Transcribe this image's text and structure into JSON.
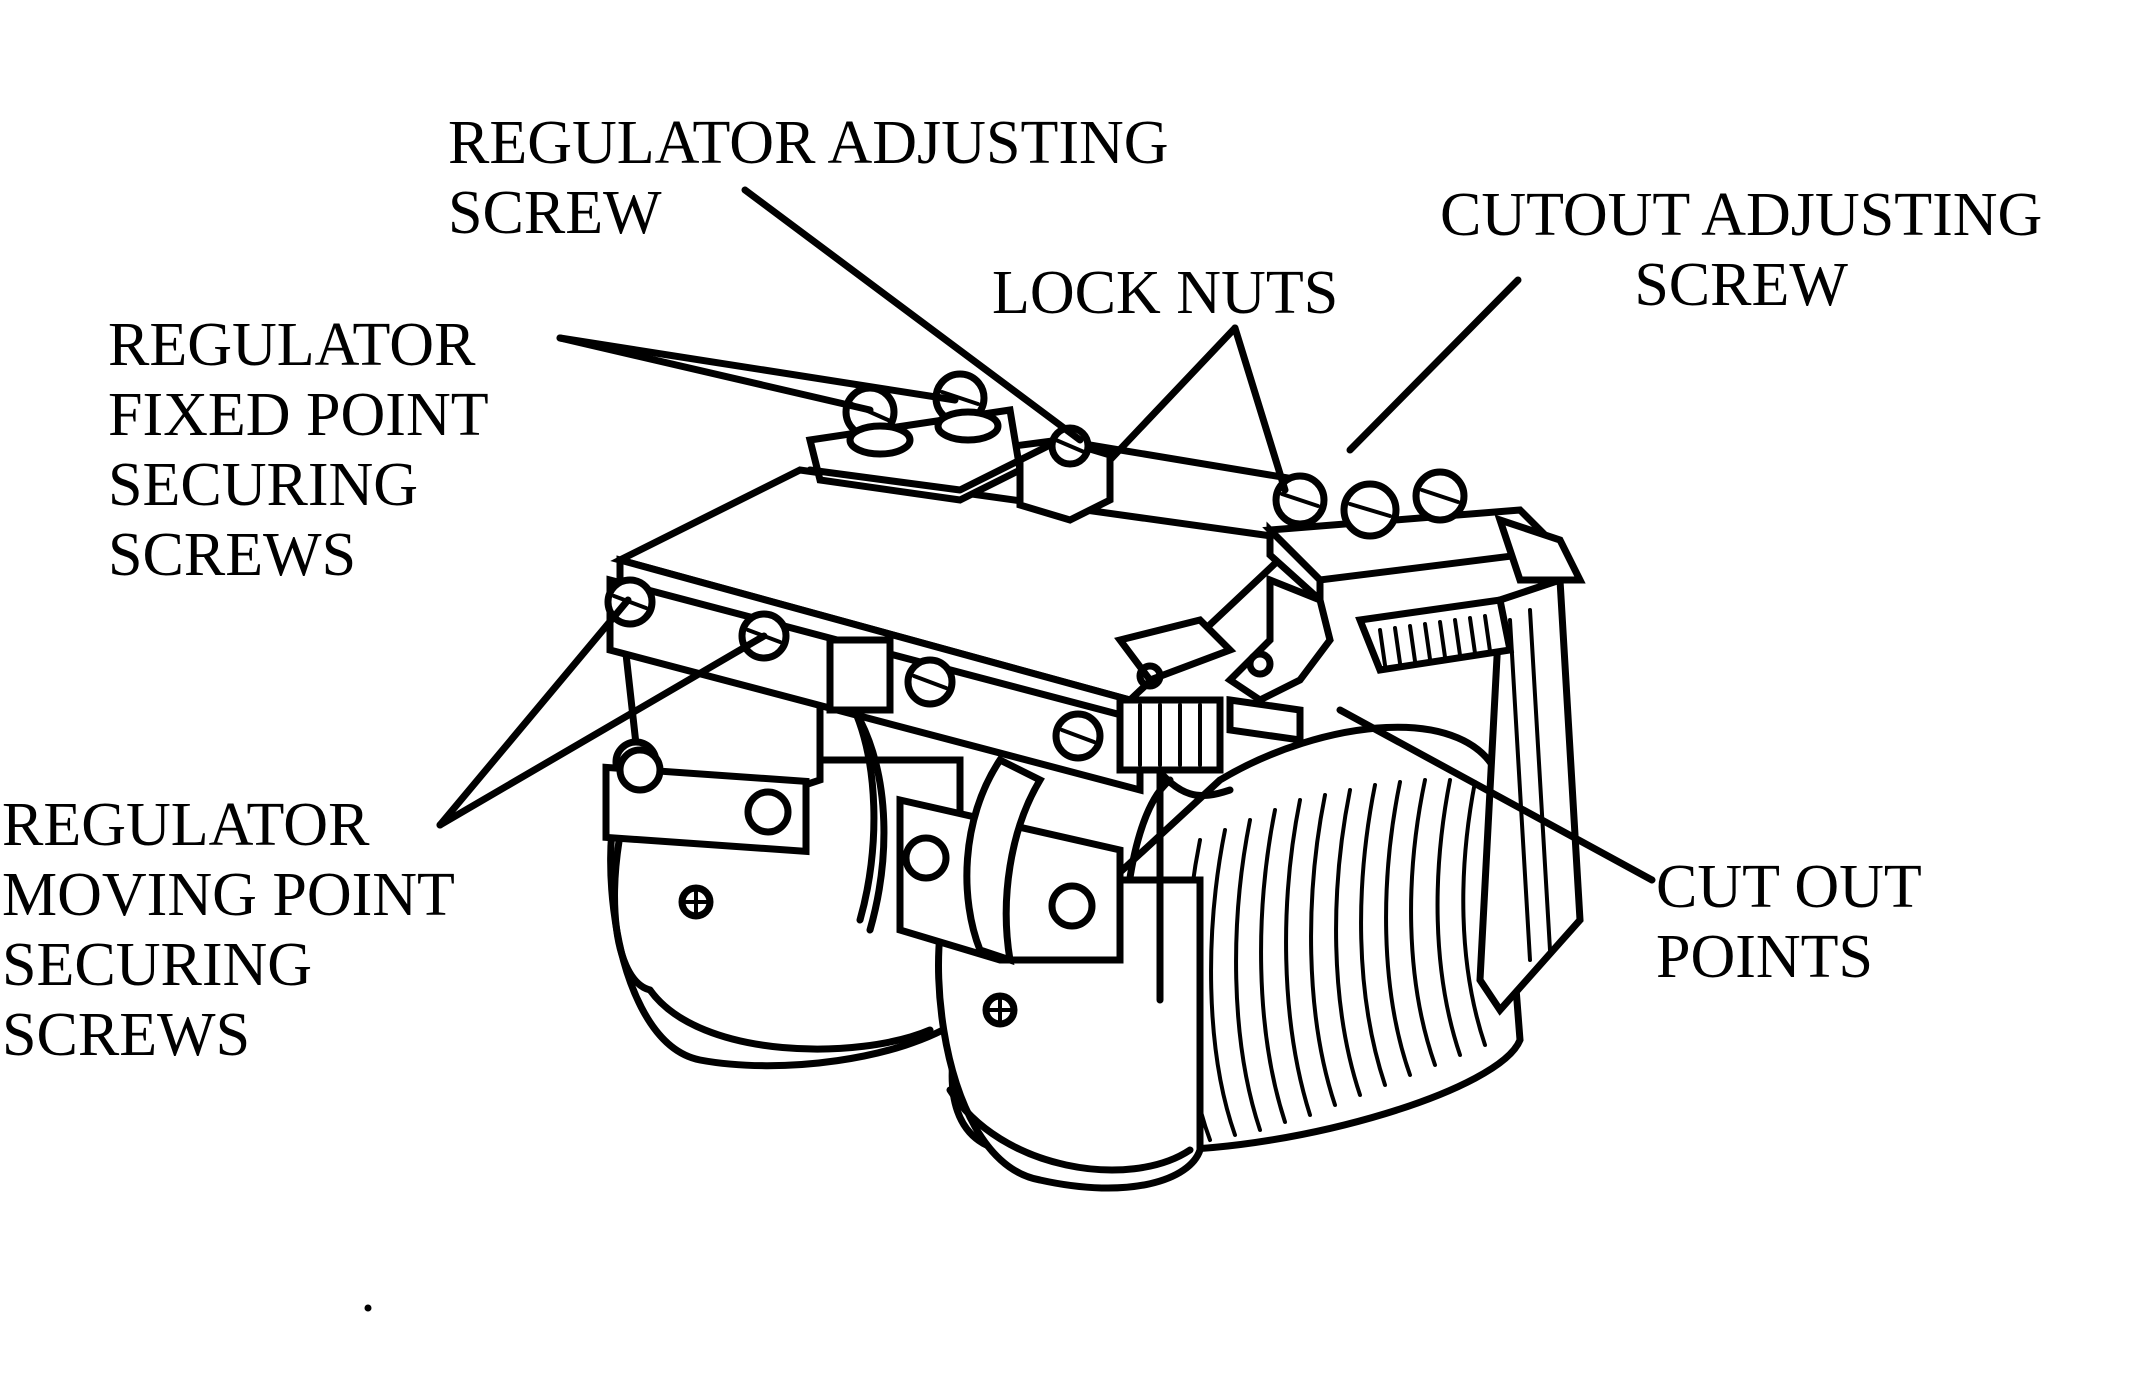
{
  "labels": {
    "regulator_adjusting_screw": [
      "REGULATOR ADJUSTING",
      "SCREW"
    ],
    "cutout_adjusting_screw": [
      "CUTOUT ADJUSTING",
      "SCREW"
    ],
    "lock_nuts": [
      "LOCK NUTS"
    ],
    "regulator_fixed_point": [
      "REGULATOR",
      "FIXED POINT",
      "SECURING",
      "SCREWS"
    ],
    "regulator_moving_point": [
      "REGULATOR",
      "MOVING POINT",
      "SECURING",
      "SCREWS"
    ],
    "cut_out_points": [
      "CUT OUT",
      "POINTS"
    ]
  },
  "colors": {
    "ink": "#000000",
    "paper": "#ffffff"
  }
}
